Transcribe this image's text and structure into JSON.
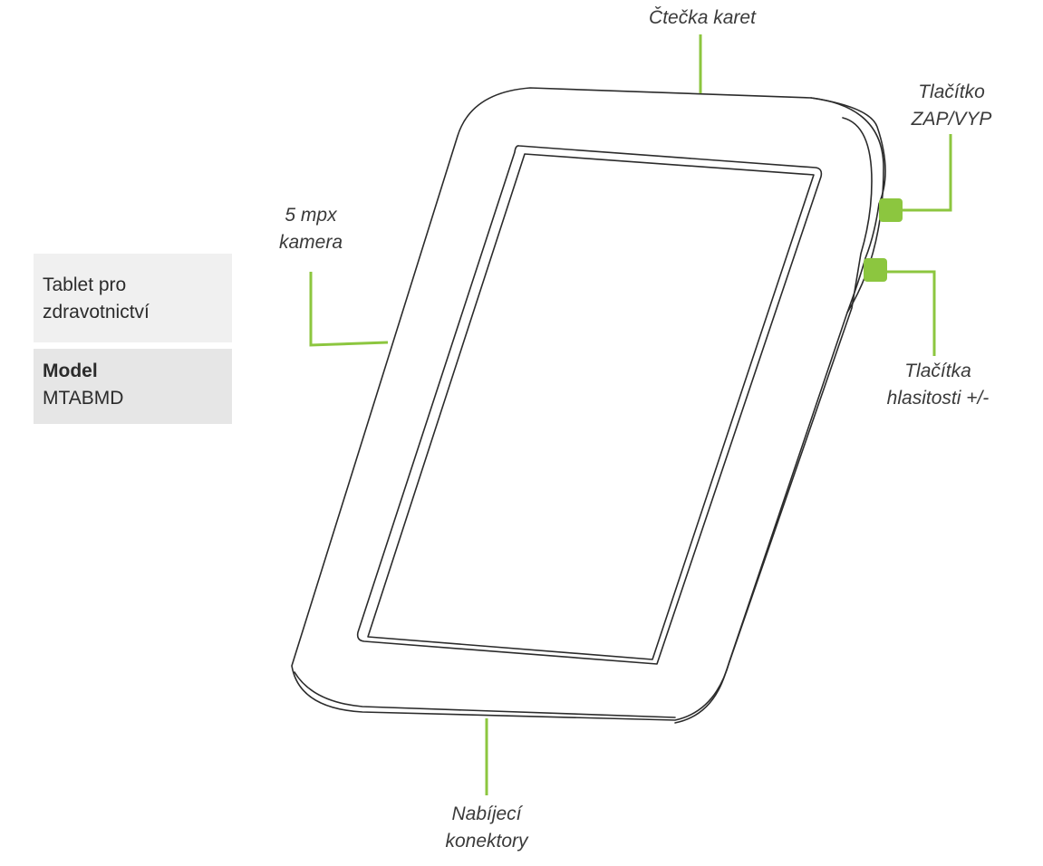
{
  "info": {
    "product_line1": "Tablet pro",
    "product_line2": "zdravotnictví",
    "model_key": "Model",
    "model_value": "MTABMD"
  },
  "callouts": {
    "card_reader": "Čtečka karet",
    "power_button_line1": "Tlačítko",
    "power_button_line2": "ZAP/VYP",
    "camera_line1": "5 mpx",
    "camera_line2": "kamera",
    "volume_line1": "Tlačítka",
    "volume_line2": "hlasitosti +/-",
    "charging_line1": "Nabíjecí",
    "charging_line2": "konektory"
  },
  "colors": {
    "accent_green": "#8cc63f",
    "outline": "#2b2b2b",
    "box_light": "#f0f0f0",
    "box_mid": "#e6e6e6"
  }
}
